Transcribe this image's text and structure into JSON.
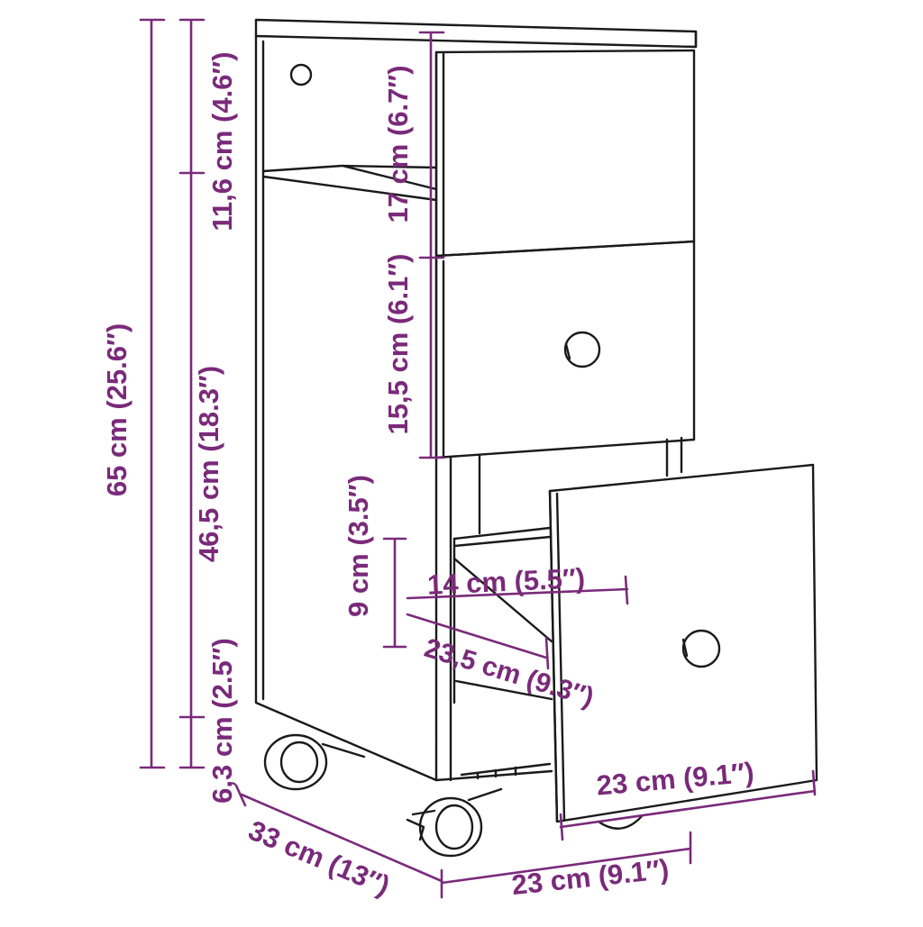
{
  "colors": {
    "dimension": "#7a2a7a",
    "outline": "#1a1a1a",
    "background": "#ffffff"
  },
  "dimensions": {
    "total_height": "65 cm (25.6″)",
    "body_height": "46,5 cm (18.3″)",
    "top_shelf_height": "11,6 cm (4.6″)",
    "top_drawer_height": "17 cm (6.7″)",
    "middle_drawer_height": "15,5 cm (6.1″)",
    "wheel_height": "6,3 cm (2.5″)",
    "inner_drawer_height": "9 cm (3.5″)",
    "inner_drawer_width": "14 cm (5.5″)",
    "inner_drawer_depth": "23,5 cm (9.3″)",
    "drawer_front_width": "23 cm (9.1″)",
    "depth": "33 cm (13″)",
    "width": "23 cm (9.1″)"
  }
}
